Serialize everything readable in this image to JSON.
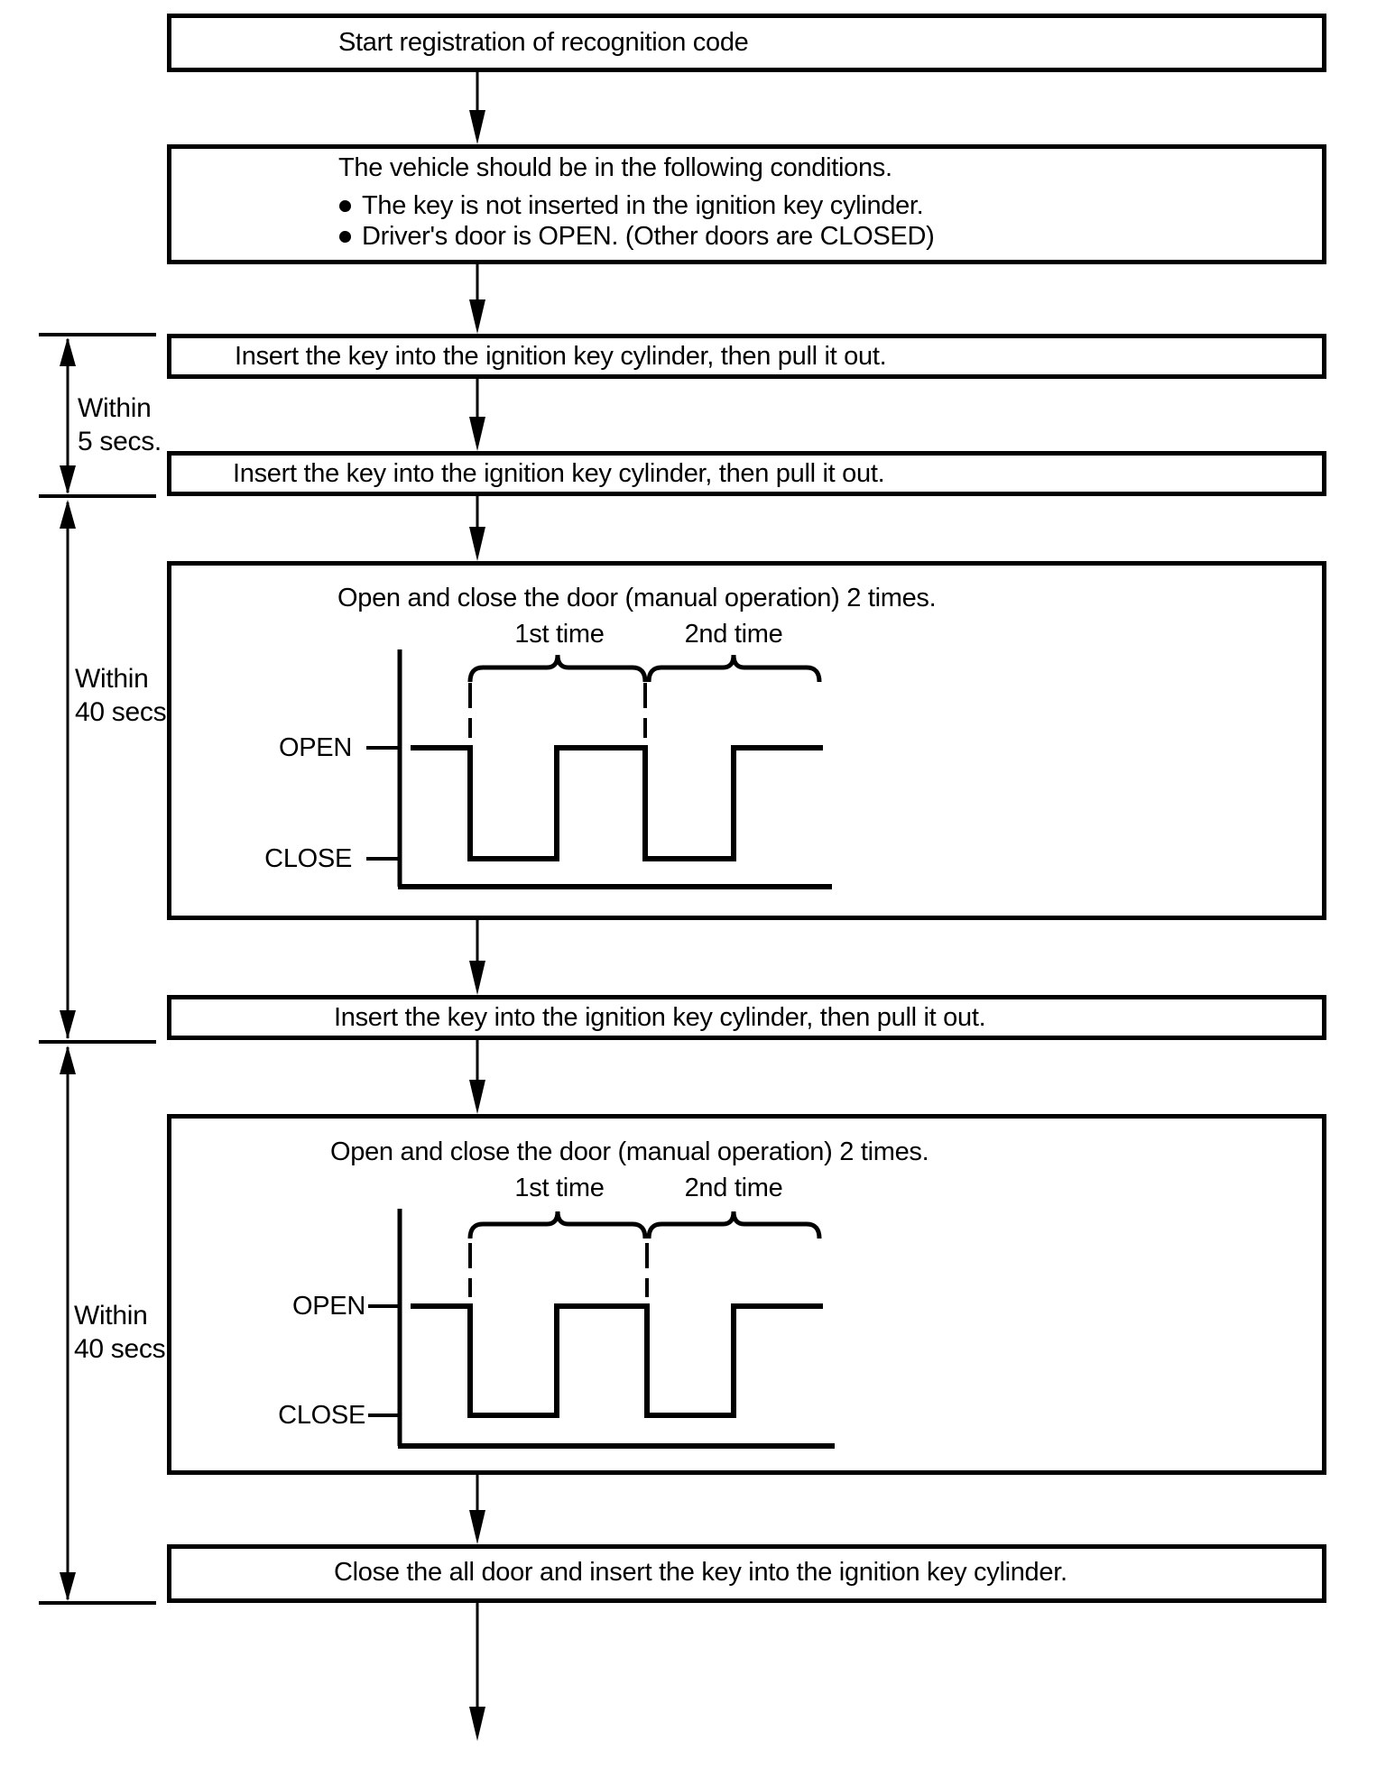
{
  "page": {
    "background": "#ffffff",
    "ink": "#000000"
  },
  "flowchart": {
    "steps": {
      "start": "Start registration of recognition code",
      "conditions": {
        "intro": "The vehicle should be in the following conditions.",
        "bullets": [
          "The key is not inserted in the ignition key cylinder.",
          "Driver's door is OPEN. (Other doors are CLOSED)"
        ]
      },
      "insert_key_1": "Insert the key into the ignition key cylinder, then pull it out.",
      "insert_key_2": "Insert the key into the ignition key cylinder, then pull it out.",
      "insert_key_3": "Insert the key into the ignition key cylinder, then pull it out.",
      "close_doors": "Close the all door and insert the key into the ignition key cylinder."
    },
    "timing_diagrams": [
      {
        "title": "Open and close the door (manual operation) 2 times.",
        "label_1st": "1st time",
        "label_2nd": "2nd time",
        "level_high": "OPEN",
        "level_low": "CLOSE"
      },
      {
        "title": "Open and close the door (manual operation) 2 times.",
        "label_1st": "1st time",
        "label_2nd": "2nd time",
        "level_high": "OPEN",
        "level_low": "CLOSE"
      }
    ],
    "duration_labels": [
      {
        "line1": "Within",
        "line2": "5 secs."
      },
      {
        "line1": "Within",
        "line2": "40 secs."
      },
      {
        "line1": "Within",
        "line2": "40 secs."
      }
    ]
  }
}
